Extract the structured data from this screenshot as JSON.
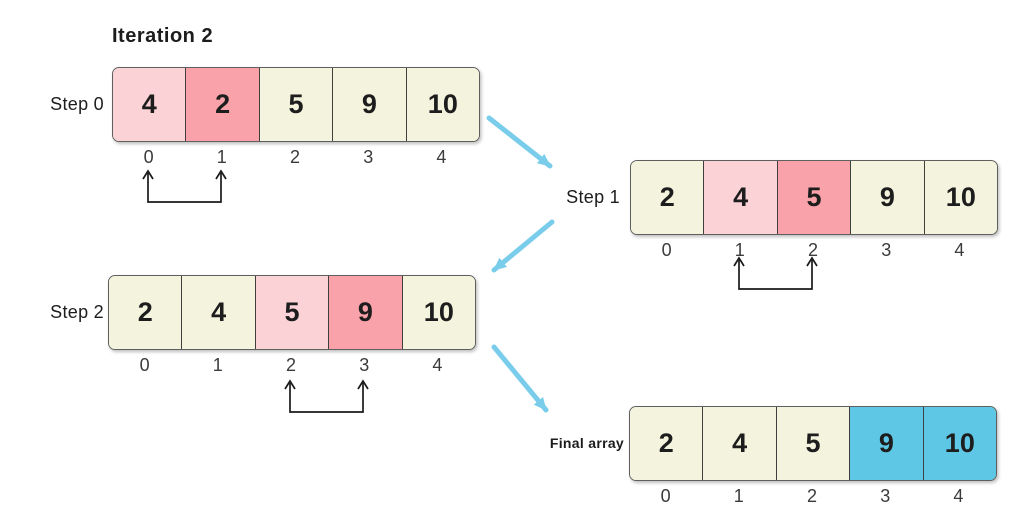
{
  "title": "Iteration 2",
  "colors": {
    "cream": "#f4f4de",
    "pink_light": "#fbd3d7",
    "pink": "#f9a2aa",
    "blue": "#5ec7e6",
    "arrow_blue": "#79cdea",
    "text": "#1d1d1d"
  },
  "steps": [
    {
      "label": "Step 0",
      "cells": [
        {
          "value": "4",
          "highlight": "pink-light"
        },
        {
          "value": "2",
          "highlight": "pink"
        },
        {
          "value": "5",
          "highlight": "cream"
        },
        {
          "value": "9",
          "highlight": "cream"
        },
        {
          "value": "10",
          "highlight": "cream"
        }
      ],
      "indices": [
        "0",
        "1",
        "2",
        "3",
        "4"
      ],
      "swap_between_indices": [
        0,
        1
      ]
    },
    {
      "label": "Step 1",
      "cells": [
        {
          "value": "2",
          "highlight": "cream"
        },
        {
          "value": "4",
          "highlight": "pink-light"
        },
        {
          "value": "5",
          "highlight": "pink"
        },
        {
          "value": "9",
          "highlight": "cream"
        },
        {
          "value": "10",
          "highlight": "cream"
        }
      ],
      "indices": [
        "0",
        "1",
        "2",
        "3",
        "4"
      ],
      "swap_between_indices": [
        1,
        2
      ]
    },
    {
      "label": "Step 2",
      "cells": [
        {
          "value": "2",
          "highlight": "cream"
        },
        {
          "value": "4",
          "highlight": "cream"
        },
        {
          "value": "5",
          "highlight": "pink-light"
        },
        {
          "value": "9",
          "highlight": "pink"
        },
        {
          "value": "10",
          "highlight": "cream"
        }
      ],
      "indices": [
        "0",
        "1",
        "2",
        "3",
        "4"
      ],
      "swap_between_indices": [
        2,
        3
      ]
    },
    {
      "label": "Final array",
      "cells": [
        {
          "value": "2",
          "highlight": "cream"
        },
        {
          "value": "4",
          "highlight": "cream"
        },
        {
          "value": "5",
          "highlight": "cream"
        },
        {
          "value": "9",
          "highlight": "blue"
        },
        {
          "value": "10",
          "highlight": "blue"
        }
      ],
      "indices": [
        "0",
        "1",
        "2",
        "3",
        "4"
      ],
      "swap_between_indices": null
    }
  ]
}
